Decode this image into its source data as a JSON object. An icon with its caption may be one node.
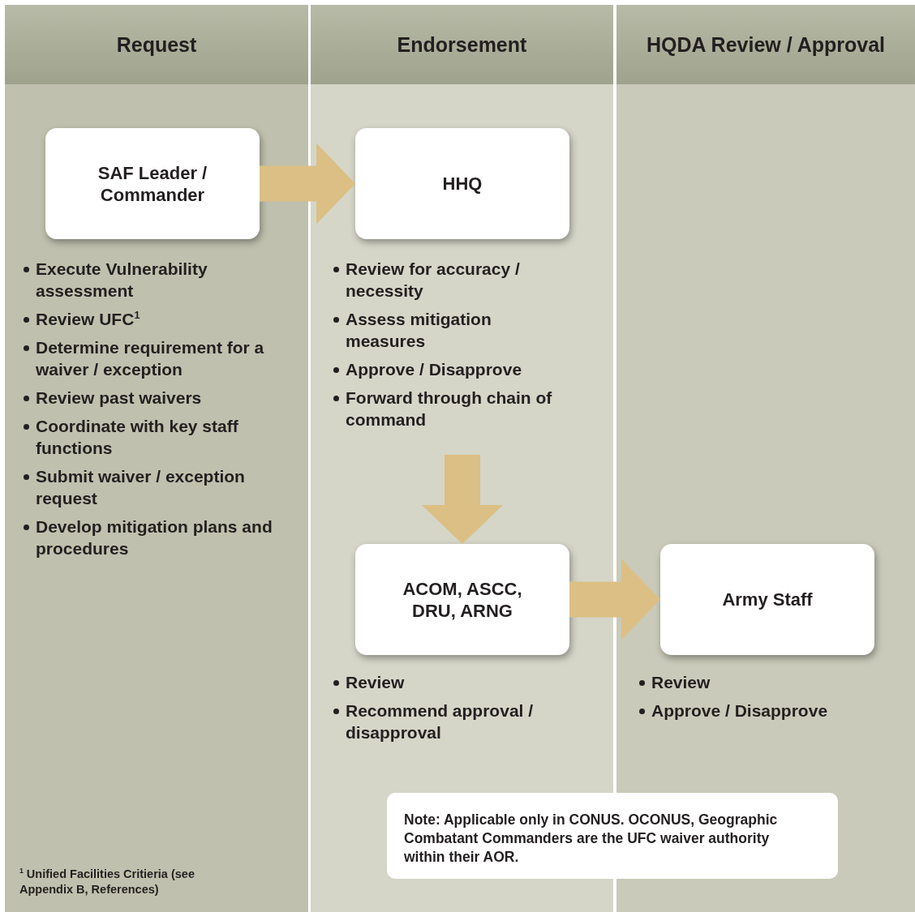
{
  "diagram": {
    "nodes": [
      {
        "text": [
          "Request"
        ]
      },
      {
        "text": [
          "Endorsement"
        ]
      },
      {
        "text": [
          "HQDA Review / Approval"
        ]
      },
      {
        "text": [
          "SAF Leader / Commander"
        ],
        "in": 0,
        "beside": [
          "Execute Vulnerability assessment",
          "Review UFC$^{1}$",
          "Determine requirement for a waiver / exception",
          "Review past waivers",
          "Coordinate with key staff functions",
          "Submit waiver / exception request",
          "Develop mitigation plans and procedures"
        ]
      },
      {
        "text": [
          "HHQ"
        ],
        "in": 1,
        "beside": [
          "Review for accuracy / necessity",
          "Assess mitigation measures",
          "Approve / Disapprove",
          "Forward through chain of command"
        ]
      },
      {
        "text": [
          "ACOM, ASCC, DRU, ARNG"
        ],
        "in": 1,
        "beside": [
          "Review",
          "Recommend approval / disapproval"
        ]
      },
      {
        "text": [
          "Army Staff"
        ],
        "in": 2,
        "beside": [
          "Review",
          "Approve / Disapprove"
        ]
      },
      {
        "text": [
          "Note: Applicable only in CONUS. OCONUS, Geographic Combatant Commanders are the UFC waiver authority within their AOR."
        ]
      }
    ],
    "edges": [
      {
        "from": 3,
        "to": 4,
        "arrow": "to"
      },
      {
        "from": 4,
        "to": 5,
        "arrow": "to"
      },
      {
        "from": 5,
        "to": 6,
        "arrow": "to"
      }
    ],
    "labels": [
      "$^{1}$ Unified Facilities Critieria (see Appendix B, References)"
    ]
  }
}
